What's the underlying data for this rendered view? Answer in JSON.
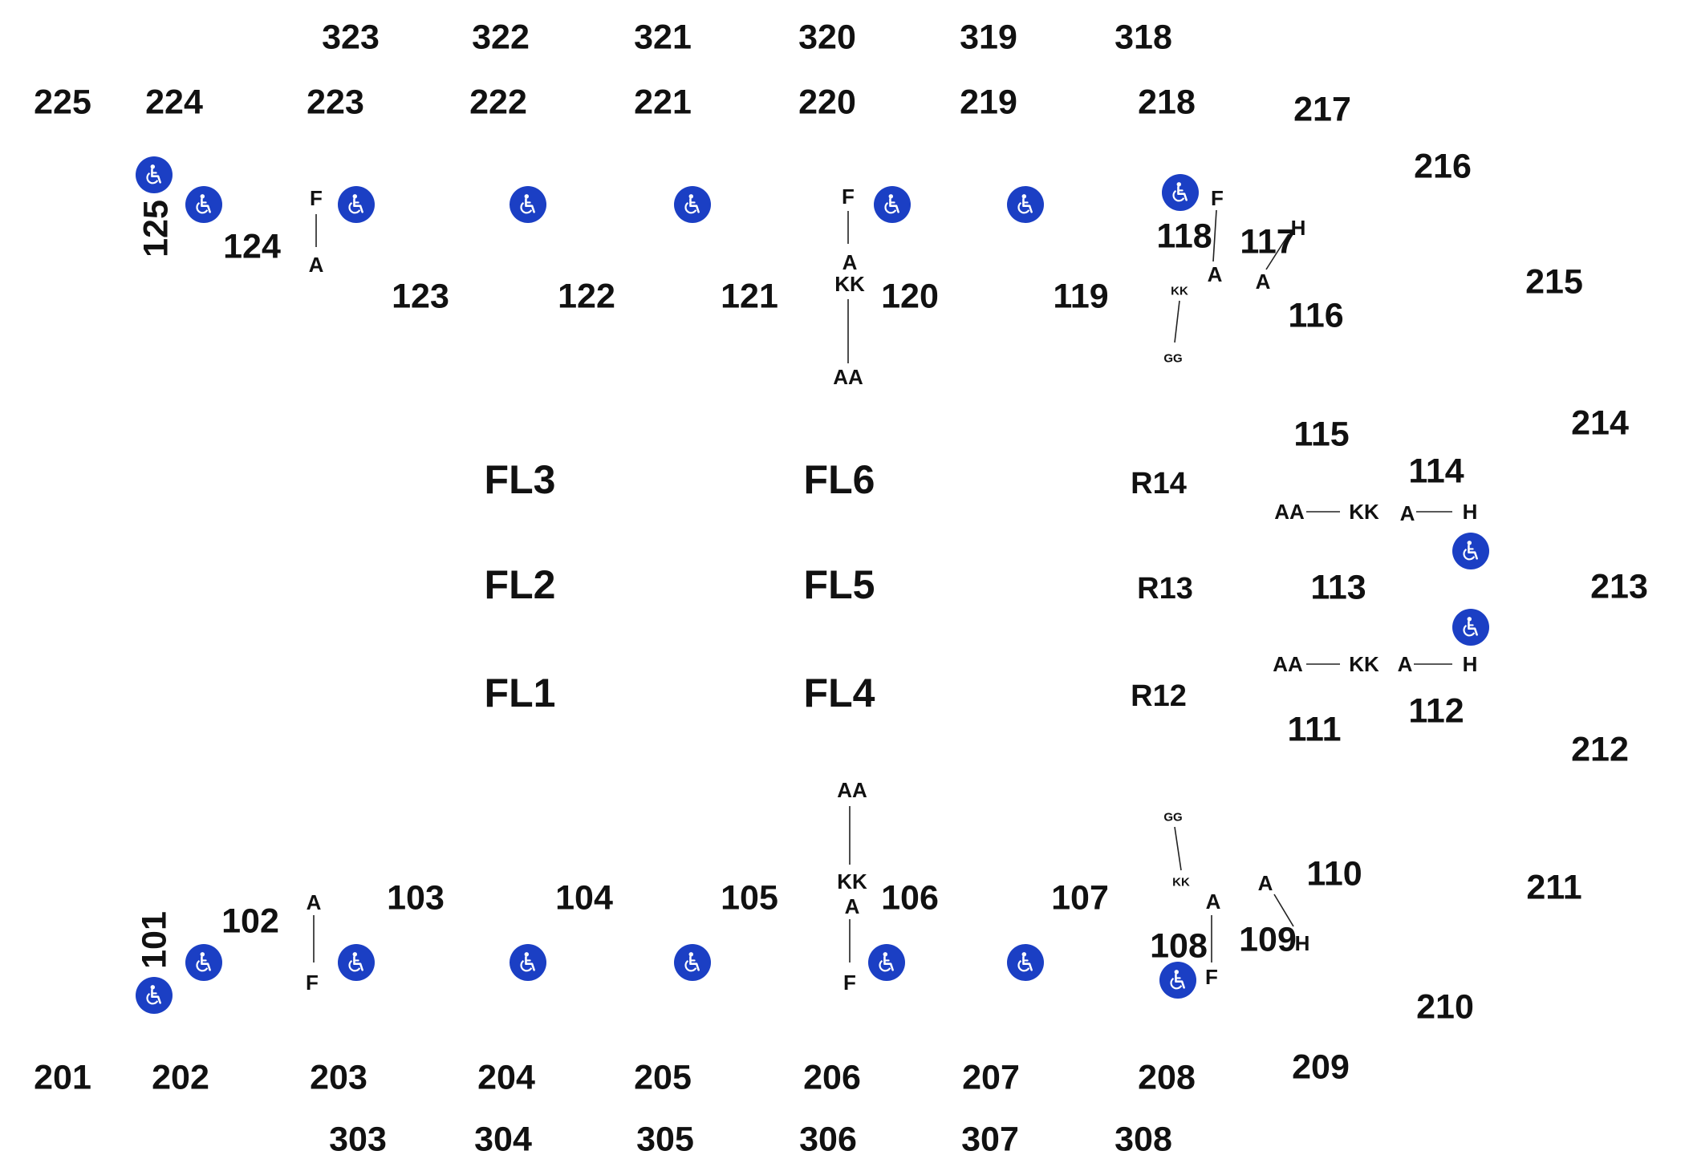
{
  "map": {
    "accessibility_color": "#1b3fc4",
    "accessibility_icon": "wheelchair-icon",
    "rows_300_top": [
      "323",
      "322",
      "321",
      "320",
      "319",
      "318"
    ],
    "rows_200_top": [
      "225",
      "224",
      "223",
      "222",
      "221",
      "220",
      "219",
      "218",
      "217",
      "216",
      "215",
      "214"
    ],
    "rows_200_right": [
      "213",
      "212",
      "211",
      "210",
      "209"
    ],
    "rows_200_bottom": [
      "201",
      "202",
      "203",
      "204",
      "205",
      "206",
      "207",
      "208"
    ],
    "rows_300_bottom": [
      "303",
      "304",
      "305",
      "306",
      "307",
      "308"
    ],
    "rows_100_top": [
      "125",
      "124",
      "123",
      "122",
      "121",
      "120",
      "119",
      "118",
      "117",
      "116",
      "115",
      "114"
    ],
    "rows_100_middle": [
      "113",
      "112",
      "111",
      "110"
    ],
    "rows_100_bottom": [
      "101",
      "102",
      "103",
      "104",
      "105",
      "106",
      "107",
      "108",
      "109"
    ],
    "floor_sections": [
      "FL3",
      "FL6",
      "FL2",
      "FL5",
      "FL1",
      "FL4"
    ],
    "riser_sections": [
      "R14",
      "R13",
      "R12"
    ],
    "seat_markers": {
      "a": "A",
      "f": "F",
      "h": "H",
      "kk": "KK",
      "aa": "AA",
      "gg": "GG"
    }
  }
}
